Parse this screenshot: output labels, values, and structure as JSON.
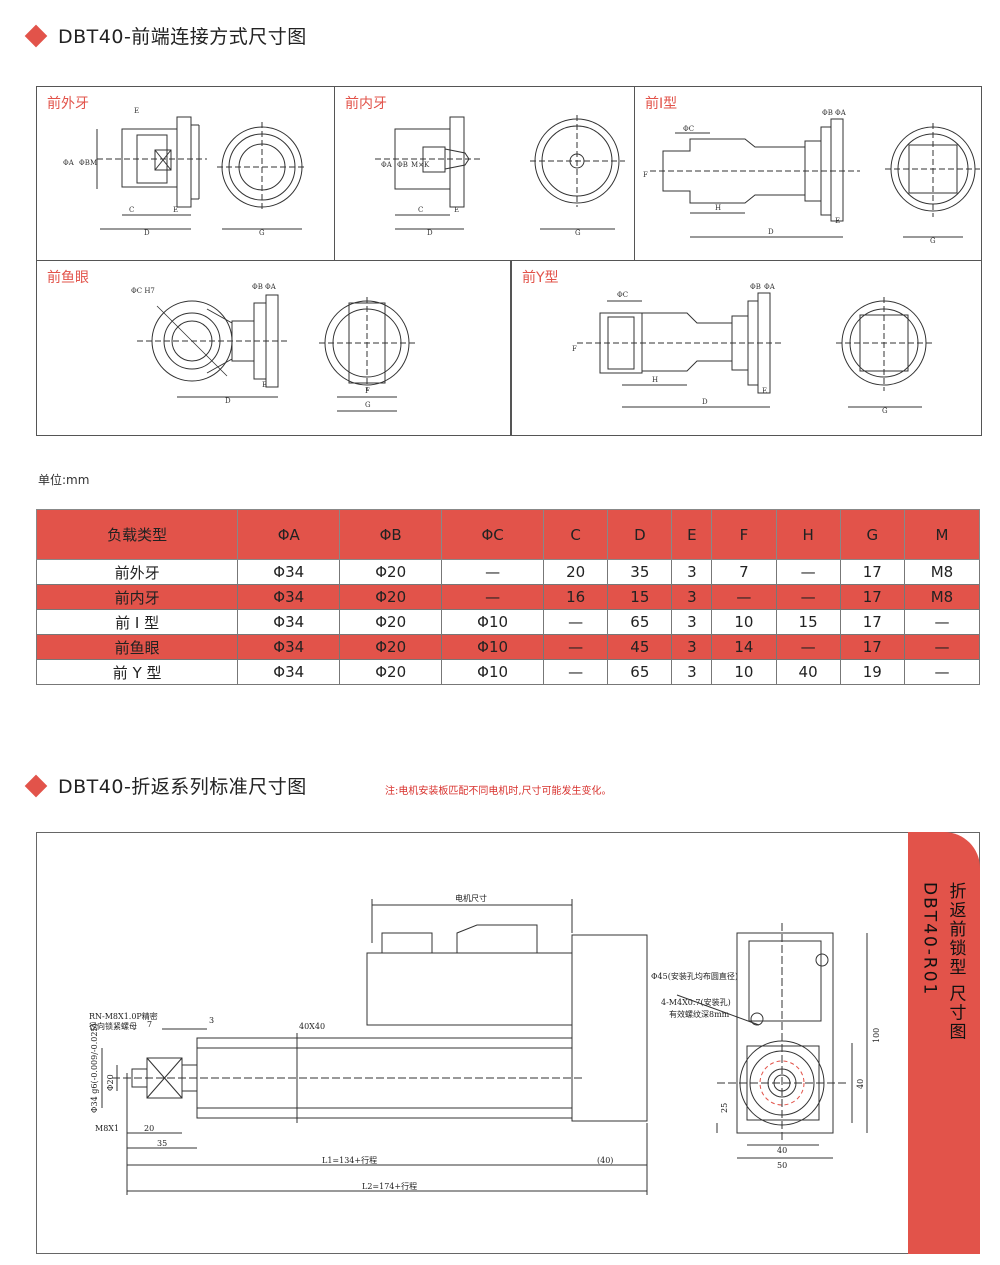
{
  "section1": {
    "title": "DBT40-前端连接方式尺寸图"
  },
  "panels": {
    "p1": "前外牙",
    "p2": "前内牙",
    "p3": "前I型",
    "p4": "前鱼眼",
    "p5": "前Y型"
  },
  "dims": {
    "A": "ΦA",
    "B": "ΦB",
    "C": "ΦC",
    "CH7": "ΦC H7",
    "M": "M",
    "Cl": "C",
    "D": "D",
    "E": "E",
    "F": "F",
    "G": "G",
    "H": "H",
    "MxK": "M×K"
  },
  "unit": "单位:mm",
  "table": {
    "headers": [
      "负载类型",
      "ΦA",
      "ΦB",
      "ΦC",
      "C",
      "D",
      "E",
      "F",
      "H",
      "G",
      "M"
    ],
    "rows": [
      [
        "前外牙",
        "Φ34",
        "Φ20",
        "—",
        "20",
        "35",
        "3",
        "7",
        "—",
        "17",
        "M8"
      ],
      [
        "前内牙",
        "Φ34",
        "Φ20",
        "—",
        "16",
        "15",
        "3",
        "—",
        "—",
        "17",
        "M8"
      ],
      [
        "前 I 型",
        "Φ34",
        "Φ20",
        "Φ10",
        "—",
        "65",
        "3",
        "10",
        "15",
        "17",
        "—"
      ],
      [
        "前鱼眼",
        "Φ34",
        "Φ20",
        "Φ10",
        "—",
        "45",
        "3",
        "14",
        "—",
        "17",
        "—"
      ],
      [
        "前 Y 型",
        "Φ34",
        "Φ20",
        "Φ10",
        "—",
        "65",
        "3",
        "10",
        "40",
        "19",
        "—"
      ]
    ]
  },
  "section2": {
    "title": "DBT40-折返系列标准尺寸图",
    "note": "注:电机安装板匹配不同电机时,尺寸可能发生变化。"
  },
  "drawing": {
    "motor_size": "电机尺寸",
    "nut_note1": "RN-M8X1.0P精密",
    "nut_note2": "径向锁紧螺母",
    "d7": "7",
    "d3": "3",
    "d40x40": "40X40",
    "d34": "Φ34 g6(-0.009/-0.025)",
    "d20": "Φ20",
    "m8": "M8X1",
    "d20b": "20",
    "d35": "35",
    "L1": "L1=134+行程",
    "L2": "L2=174+行程",
    "d40p": "(40)",
    "hole_circle": "Φ45(安装孔均布圆直径)",
    "hole_spec": "4-M4X0.7(安装孔)",
    "thread_depth": "有效螺纹深8mm",
    "d100": "100",
    "d40v": "40",
    "d25": "25",
    "d40h": "40",
    "d50": "50"
  },
  "tab": {
    "line1": "折返前锁型 尺寸图",
    "line2": "DBT40-R01"
  },
  "colors": {
    "accent": "#e2534a"
  }
}
